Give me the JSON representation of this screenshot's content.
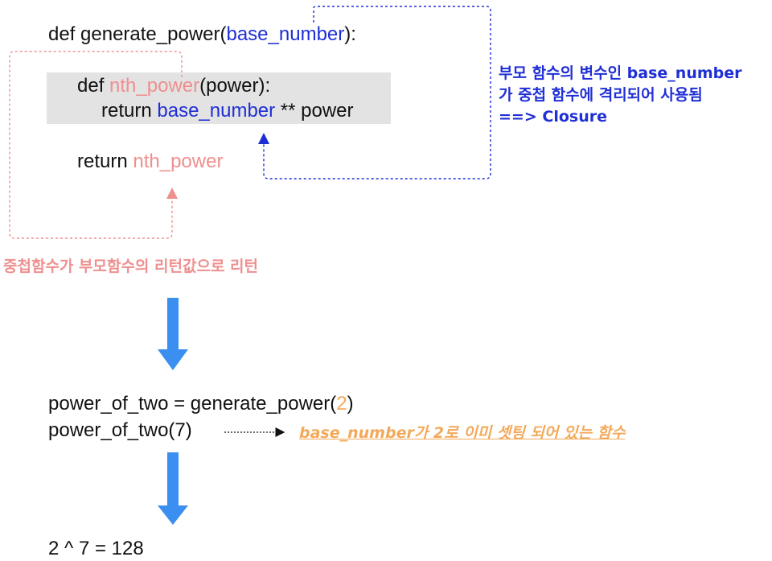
{
  "code_top": {
    "line1_prefix": "def generate_power(",
    "line1_param": "base_number",
    "line1_suffix": "):",
    "line2_prefix": "def ",
    "line2_name": "nth_power",
    "line2_suffix": "(power):",
    "line3_prefix": "return ",
    "line3_var": "base_number",
    "line3_suffix": " ** power",
    "line4_prefix": "return ",
    "line4_name": "nth_power"
  },
  "annotations": {
    "closure_line1": "부모 함수의 변수인 base_number",
    "closure_line2": "가 중첩 함수에 격리되어 사용됨",
    "closure_line3": "==> Closure",
    "return_note": "중첩함수가 부모함수의 리턴값으로 리턴",
    "preset_note": "base_number가 2로 이미 셋팅 되어 있는 함수"
  },
  "code_bottom": {
    "line1_prefix": "power_of_two = generate_power(",
    "line1_arg": "2",
    "line1_suffix": ")",
    "line2": "power_of_two(7)"
  },
  "result": "2 ^ 7 = 128",
  "colors": {
    "blue": "#1f2fd6",
    "pink": "#ef8f8f",
    "orange": "#f3a95a",
    "arrow": "#3b8ff0",
    "highlight": "#e3e3e3"
  }
}
